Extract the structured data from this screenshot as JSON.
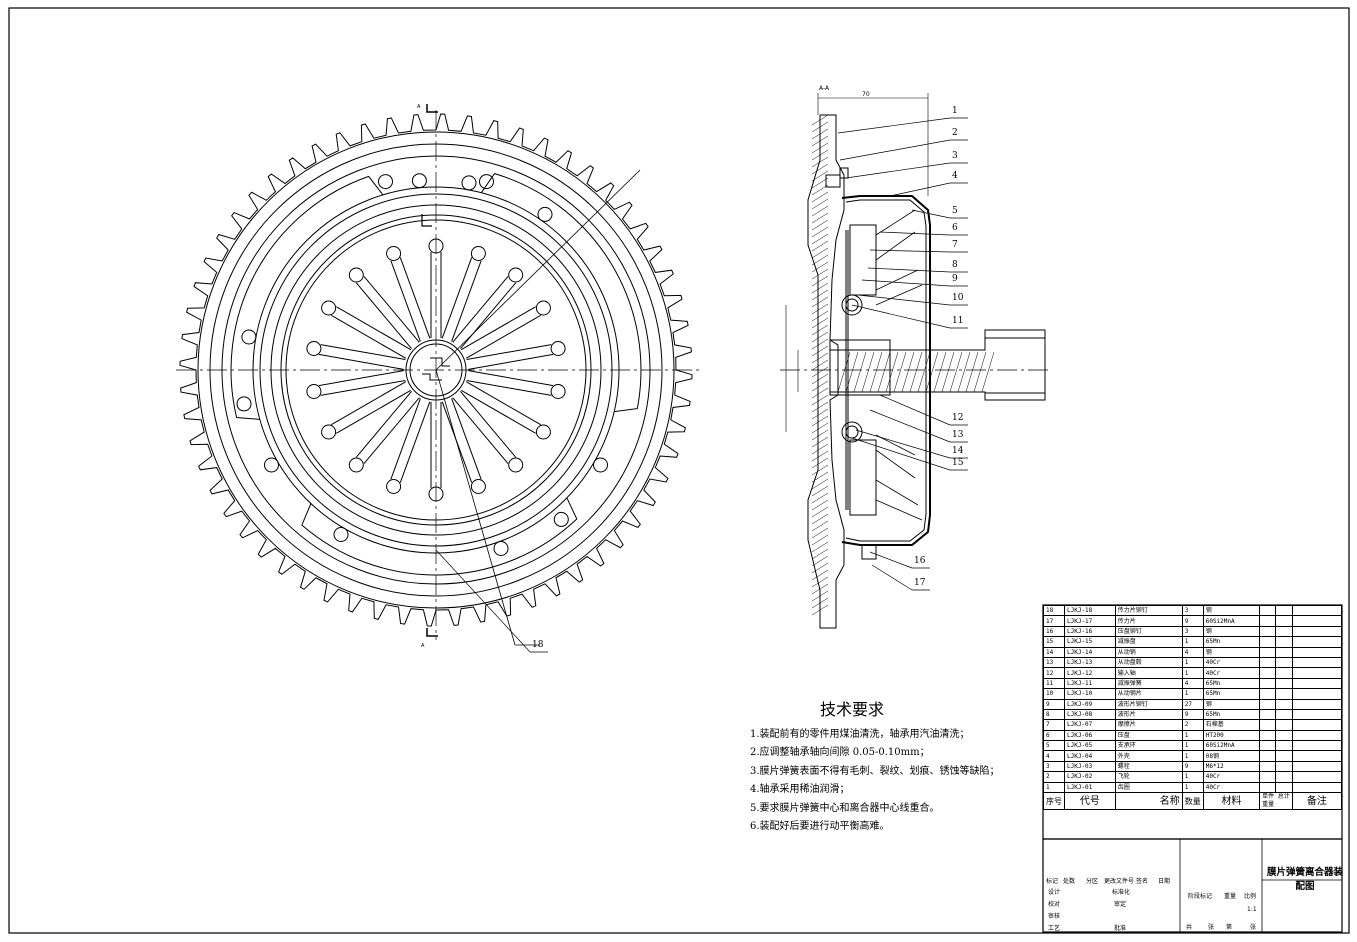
{
  "drawing_title": "膜片弹簧离合器装配图",
  "section_label": "A-A",
  "section_mark": "A",
  "dimension_top": "70",
  "tech_req": {
    "title": "技术要求",
    "items": [
      "1.装配前有的零件用煤油清洗，轴承用汽油清洗；",
      "2.应调整轴承轴向间隙 0.05-0.10mm；",
      "3.膜片弹簧表面不得有毛刺、裂纹、划痕、锈蚀等缺陷；",
      "4.轴承采用稀油润滑；",
      "5.要求膜片弹簧中心和离合器中心线重合。",
      "6.装配好后要进行动平衡高难。"
    ]
  },
  "callouts": [
    "1",
    "2",
    "3",
    "4",
    "5",
    "6",
    "7",
    "8",
    "9",
    "10",
    "11",
    "12",
    "13",
    "14",
    "15",
    "16",
    "17",
    "18"
  ],
  "bom": {
    "rows": [
      [
        "18",
        "LJKJ-18",
        "传力片铆钉",
        "3",
        "钢"
      ],
      [
        "17",
        "LJKJ-17",
        "传力片",
        "9",
        "60Si2MnA"
      ],
      [
        "16",
        "LJKJ-16",
        "压盘铆钉",
        "3",
        "钢"
      ],
      [
        "15",
        "LJKJ-15",
        "减振盘",
        "1",
        "65Mn"
      ],
      [
        "14",
        "LJKJ-14",
        "从动销",
        "4",
        "钢"
      ],
      [
        "13",
        "LJKJ-13",
        "从动盘毂",
        "1",
        "40Cr"
      ],
      [
        "12",
        "LJKJ-12",
        "输入轴",
        "1",
        "40Cr"
      ],
      [
        "11",
        "LJKJ-11",
        "减振弹簧",
        "4",
        "65Mn"
      ],
      [
        "10",
        "LJKJ-10",
        "从动钢片",
        "1",
        "65Mn"
      ],
      [
        "9",
        "LJKJ-09",
        "波形片铆钉",
        "27",
        "钢"
      ],
      [
        "8",
        "LJKJ-08",
        "波形片",
        "9",
        "65Mn"
      ],
      [
        "7",
        "LJKJ-07",
        "摩擦片",
        "2",
        "石棉基"
      ],
      [
        "6",
        "LJKJ-06",
        "压盘",
        "1",
        "HT200"
      ],
      [
        "5",
        "LJKJ-05",
        "支承环",
        "1",
        "60Si2MnA"
      ],
      [
        "4",
        "LJKJ-04",
        "外壳",
        "1",
        "08钢"
      ],
      [
        "3",
        "LJKJ-03",
        "螺栓",
        "9",
        "M6*12"
      ],
      [
        "2",
        "LJKJ-02",
        "飞轮",
        "1",
        "40Cr"
      ],
      [
        "1",
        "LJKJ-01",
        "齿圈",
        "1",
        "40Cr"
      ]
    ],
    "header": {
      "no": "序号",
      "code": "代号",
      "name": "名称",
      "qty": "数量",
      "material": "材料",
      "single": "单件",
      "total": "总计",
      "weight": "重量",
      "remark": "备注"
    }
  },
  "title_block": {
    "labels": [
      "标记",
      "处数",
      "分区",
      "更改文件号",
      "签名",
      "日期"
    ],
    "rows": [
      "设计",
      "校对",
      "审核",
      "工艺"
    ],
    "std": "标准化",
    "approve": "审定",
    "approve2": "批准",
    "stage": "阶段标记",
    "weight": "重量",
    "scale": "比例",
    "scale_val": "1:1",
    "sheet": [
      "共",
      "张",
      "第",
      "张"
    ]
  }
}
